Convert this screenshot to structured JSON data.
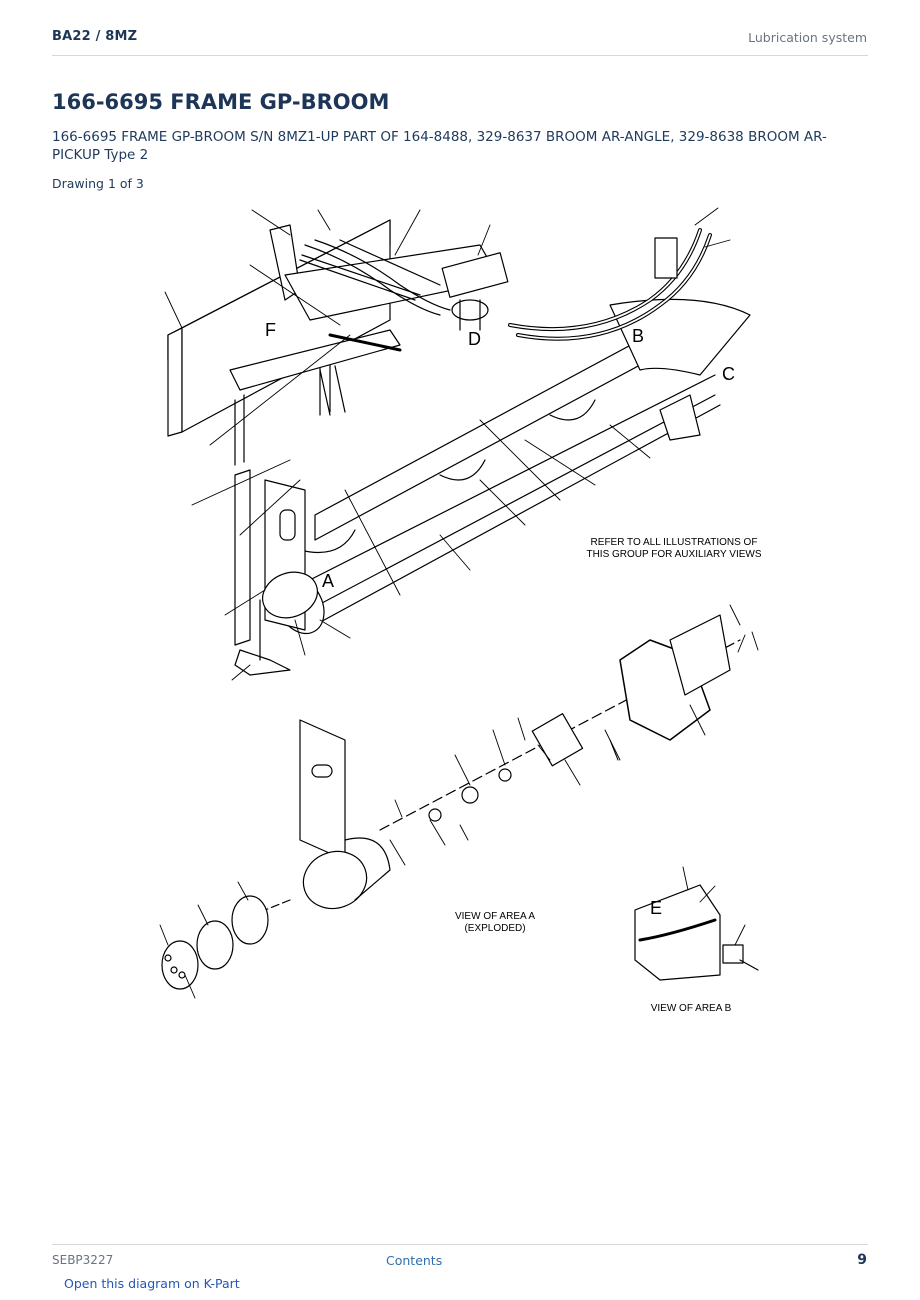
{
  "header": {
    "model": "BA22  /  8MZ",
    "section": "Lubrication system"
  },
  "title": "166-6695 FRAME GP-BROOM",
  "description": "166-6695 FRAME GP-BROOM S/N 8MZ1-UP PART OF 164-8488, 329-8637 BROOM AR-ANGLE, 329-8638 BROOM AR-PICKUP Type 2",
  "drawing_number": "Drawing 1 of 3",
  "diagram": {
    "callout_letters": [
      "F",
      "D",
      "B",
      "C",
      "A",
      "E"
    ],
    "note": [
      "REFER TO ALL ILLUSTRATIONS OF",
      "THIS GROUP FOR AUXILIARY VIEWS"
    ],
    "view_a": [
      "VIEW OF AREA  A",
      "(EXPLODED)"
    ],
    "view_b": "VIEW OF AREA B"
  },
  "footer": {
    "doc_number": "SEBP3227",
    "contents_link": "Contents",
    "page_number": "9",
    "kpart_link": "Open this diagram on K-Part"
  }
}
